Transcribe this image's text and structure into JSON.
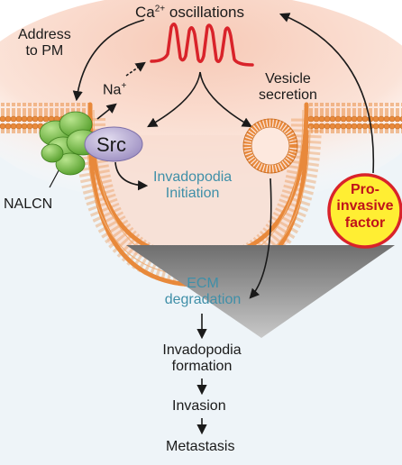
{
  "labels": {
    "ca_prefix": "Ca",
    "ca_sup": "2+",
    "ca_suffix": " oscillations",
    "address_line1": "Address",
    "address_line2": "to PM",
    "na_prefix": "Na",
    "na_sup": "+",
    "vesicle_line1": "Vesicle",
    "vesicle_line2": "secretion",
    "src": "Src",
    "nalcn": "NALCN",
    "invadopodia_initiation_line1": "Invadopodia",
    "invadopodia_initiation_line2": "Initiation",
    "pro_invasive_line1": "Pro-",
    "pro_invasive_line2": "invasive",
    "pro_invasive_line3": "factor",
    "ecm_line1": "ECM",
    "ecm_line2": "degradation",
    "formation_line1": "Invadopodia",
    "formation_line2": "formation",
    "invasion": "Invasion",
    "metastasis": "Metastasis"
  },
  "colors": {
    "membrane": "#e8893b",
    "membrane_dark": "#c96a1d",
    "cytoplasm_glow": "#f6d2c3",
    "extracellular": "#eef4f8",
    "channel_green": "#7ac943",
    "src_purple": "#b3a6cf",
    "trace_red": "#d9232a",
    "funnel_gray": "#8a8a8a",
    "pro_invasive_fill": "#ffee33",
    "pro_invasive_ring": "#d9232a",
    "teal_text": "#3f8fa8"
  }
}
